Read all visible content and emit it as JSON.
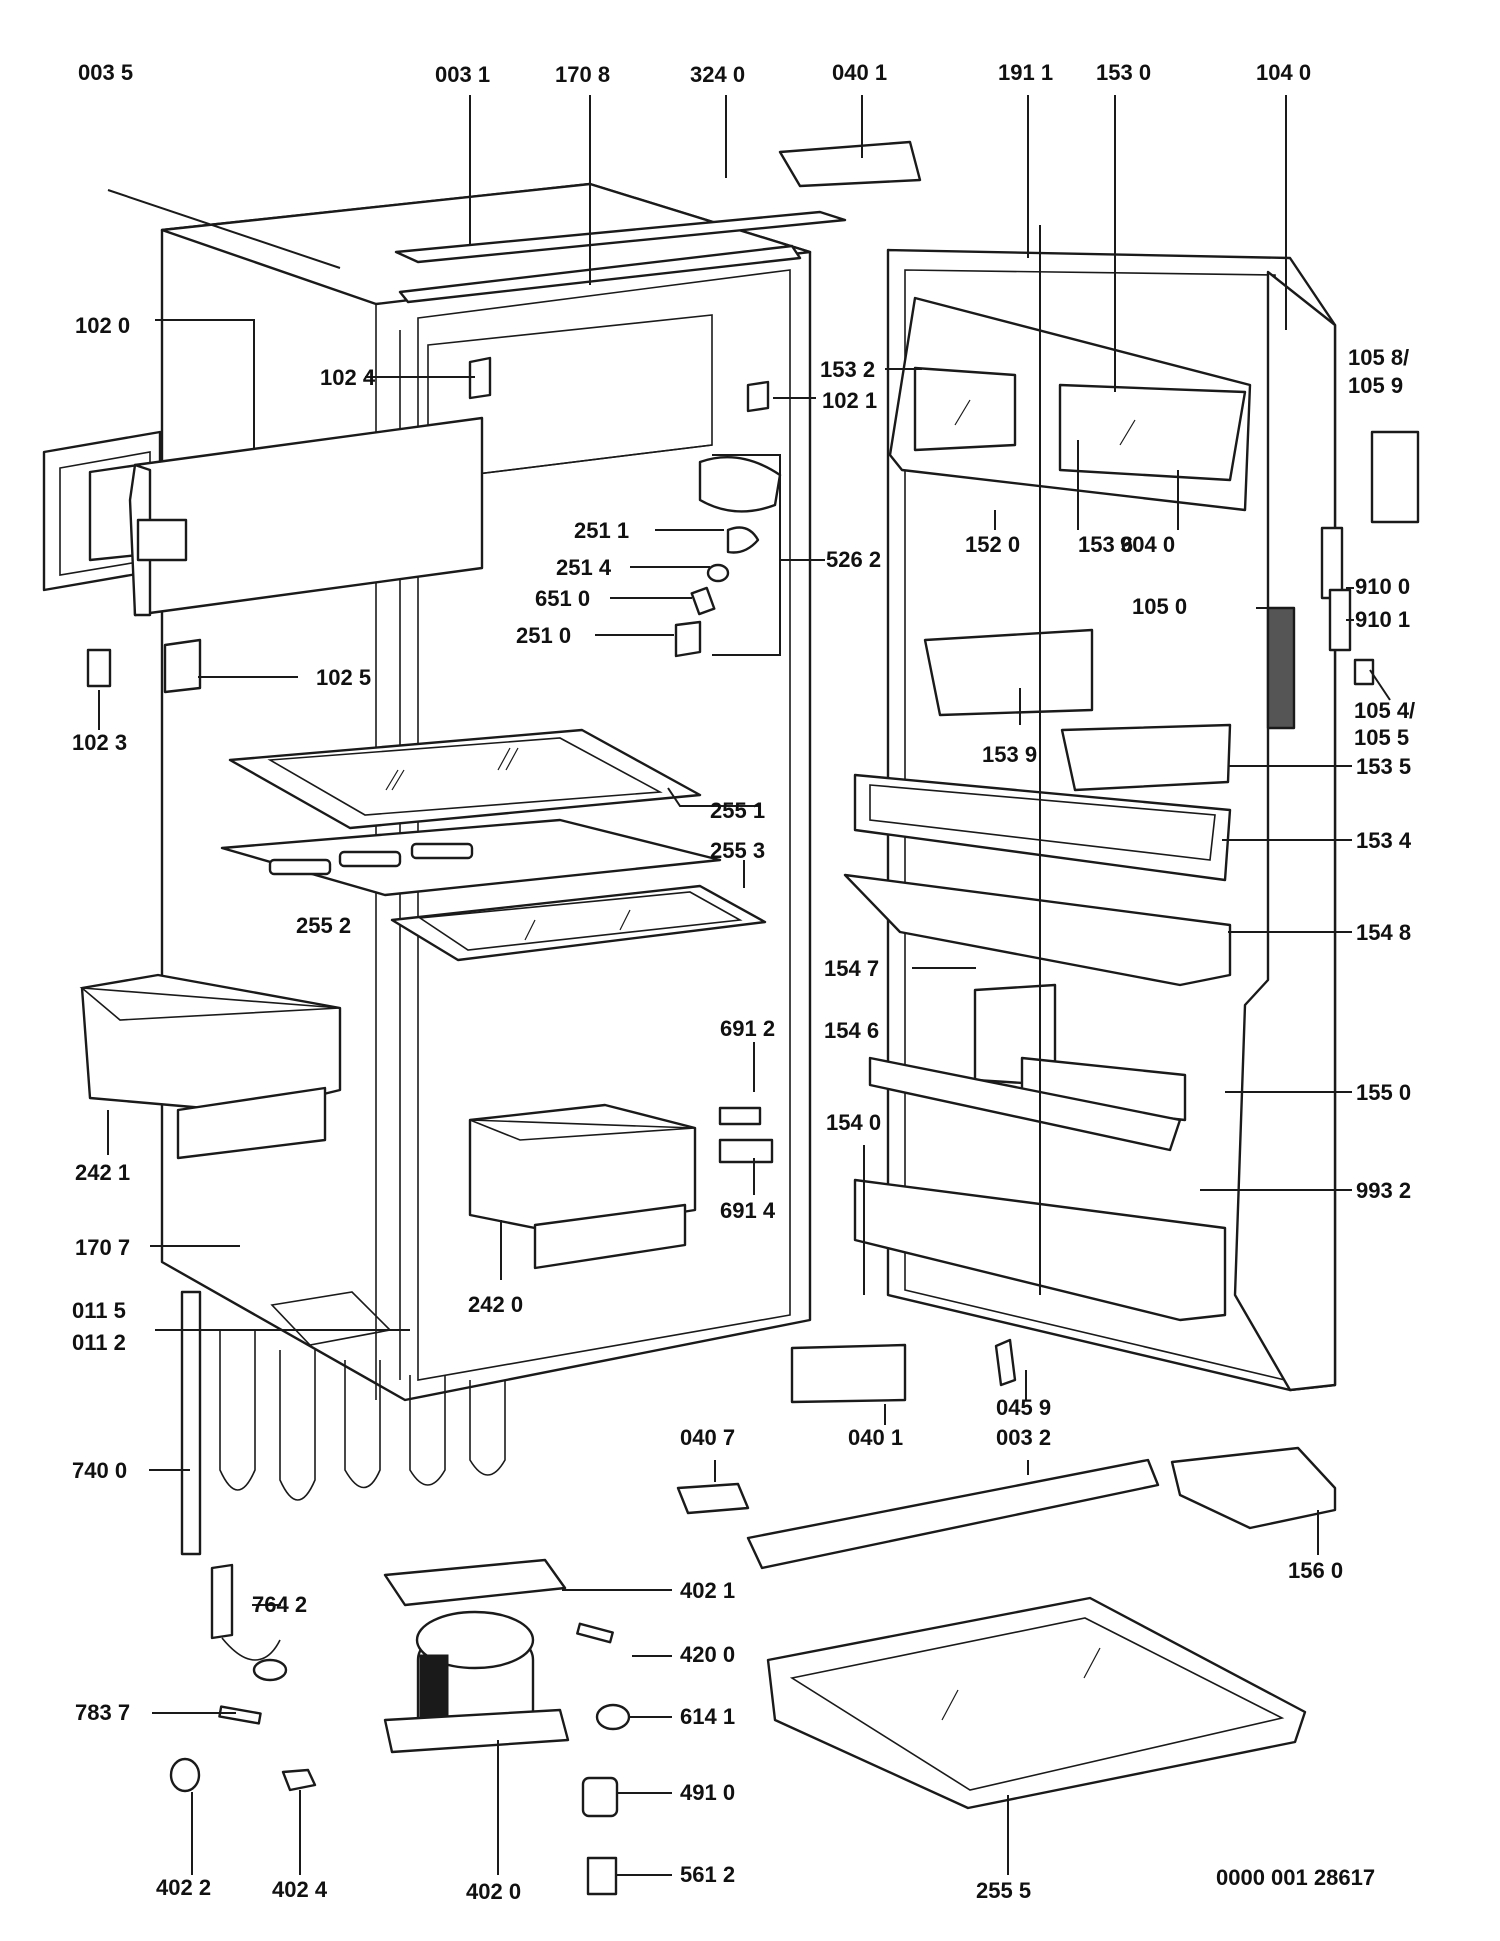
{
  "diagram": {
    "drawing_id": "0000 001 28617",
    "labels": [
      "003 5",
      "003 1",
      "170 8",
      "324 0",
      "040 1",
      "191 1",
      "153 0",
      "104 0",
      "102 0",
      "102 4",
      "153 2",
      "102 1",
      "105 8/",
      "105 9",
      "251 1",
      "251 4",
      "651 0",
      "251 0",
      "526 2",
      "152 0",
      "153 6",
      "904 0",
      "910 0",
      "105 0",
      "910 1",
      "102 5",
      "102 3",
      "105 4/",
      "105 5",
      "153 9",
      "153 5",
      "255 1",
      "255 3",
      "153 4",
      "255 2",
      "154 8",
      "154 7",
      "691 2",
      "154 6",
      "155 0",
      "242 1",
      "154 0",
      "993 2",
      "691 4",
      "170 7",
      "011 5",
      "011 2",
      "242 0",
      "045 9",
      "003 2",
      "040 1",
      "740 0",
      "040 7",
      "156 0",
      "402 1",
      "764 2",
      "420 0",
      "783 7",
      "614 1",
      "491 0",
      "402 2",
      "402 4",
      "402 0",
      "561 2",
      "255 5"
    ]
  }
}
